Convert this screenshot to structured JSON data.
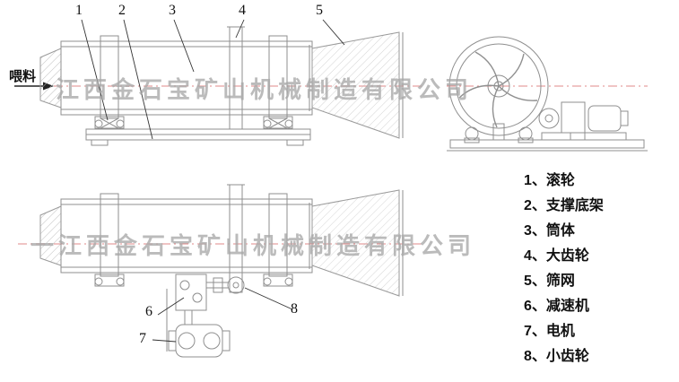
{
  "feed_label": "喂料",
  "watermark": {
    "top": "江西金石宝矿山机械制造有限公司",
    "bottom": "一江西金石宝矿山机械制造有限公司"
  },
  "callouts": [
    "1",
    "2",
    "3",
    "4",
    "5",
    "6",
    "7",
    "8"
  ],
  "legend": {
    "items": [
      "1、滚轮",
      "2、支撑底架",
      "3、筒体",
      "4、大齿轮",
      "5、筛网",
      "6、减速机",
      "7、电机",
      "8、小齿轮"
    ]
  },
  "colors": {
    "machine_line": "#8f8f8f",
    "centerline": "#e08a8a",
    "text": "#111111",
    "watermark": "#a8a8a8"
  }
}
